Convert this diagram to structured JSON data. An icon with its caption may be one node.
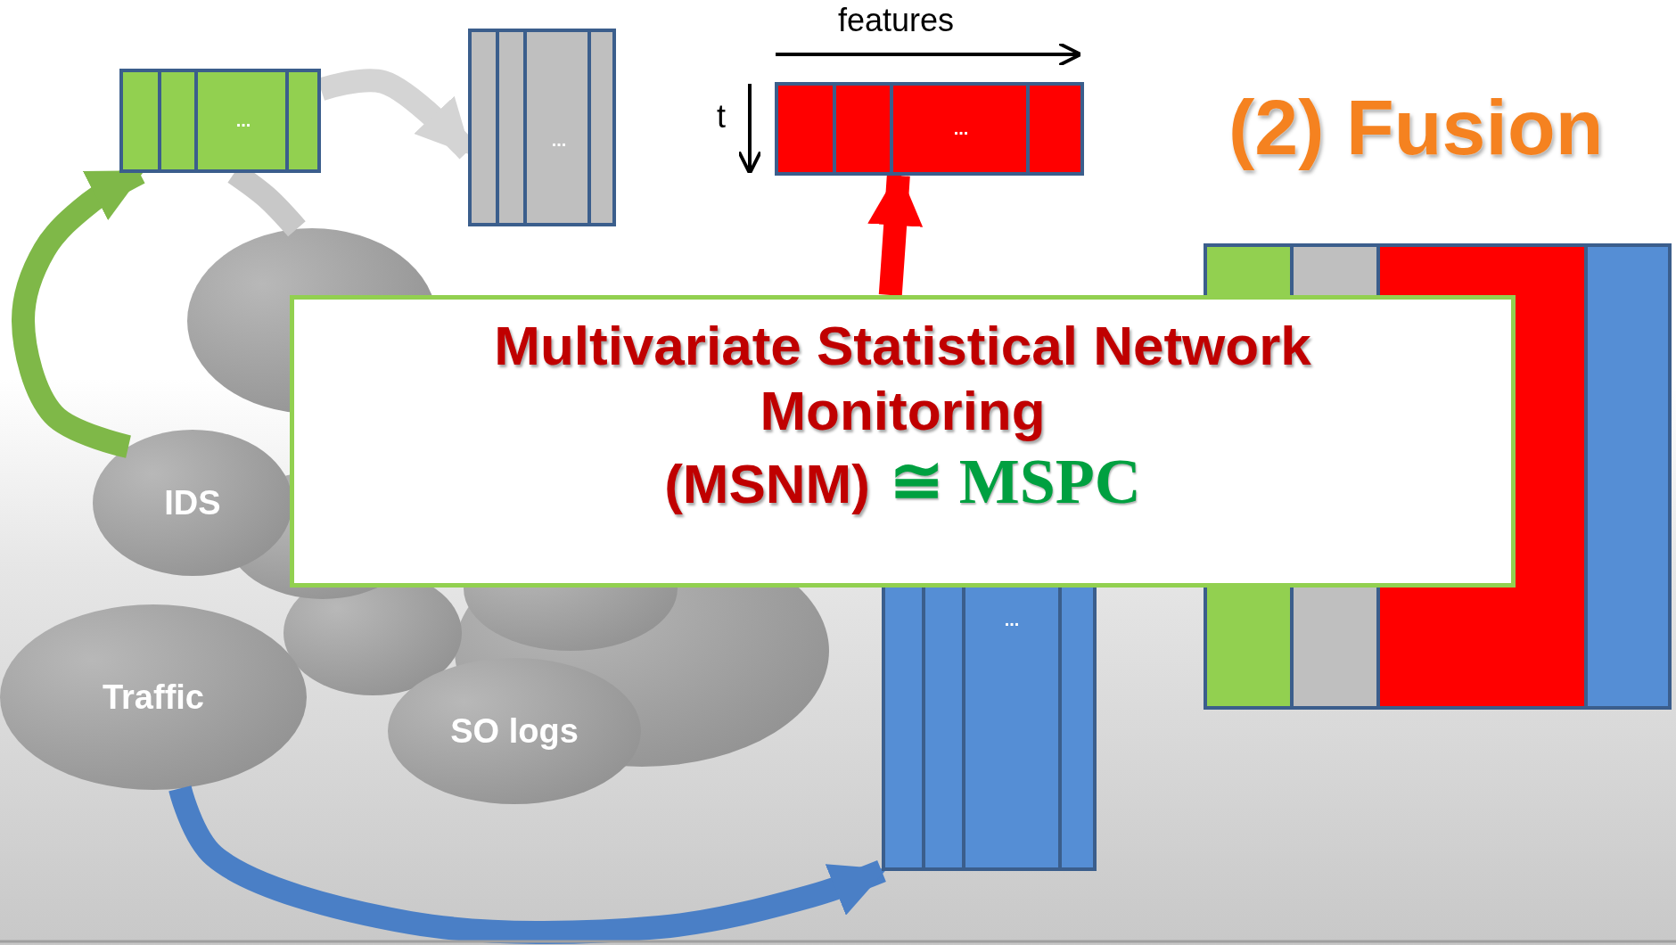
{
  "diagram": {
    "nodes": [
      {
        "text": [
          "..."
        ]
      },
      {
        "text": [
          "..."
        ]
      },
      {
        "text": [
          "..."
        ]
      },
      {
        "text": [],
        "shape": "box"
      },
      {
        "text": [],
        "shape": "ellipse"
      },
      {
        "text": [
          "IDS"
        ]
      },
      {
        "text": [],
        "shape": "ellipse"
      },
      {
        "text": [],
        "shape": "ellipse"
      },
      {
        "text": [],
        "shape": "ellipse"
      },
      {
        "text": [],
        "shape": "ellipse"
      },
      {
        "text": [
          "Traffic"
        ]
      },
      {
        "text": [
          "SO logs"
        ]
      },
      {
        "text": [
          "..."
        ]
      },
      {
        "text": [
          "Multivariate Statistical Network Monitoring",
          "(MSNM)",
          "≅ MSPC"
        ]
      }
    ],
    "edges": [
      {
        "from": 4,
        "to": 0,
        "arrow": "none",
        "color": "#c8c8c8"
      },
      {
        "from": 0,
        "to": 1,
        "arrow": "to",
        "color": "#d4d4d4"
      },
      {
        "from": 5,
        "to": 0,
        "arrow": "to",
        "color": "#7fb848"
      },
      {
        "from": 13,
        "to": 2,
        "arrow": "to",
        "color": "#ff0000"
      },
      {
        "from": 10,
        "to": 12,
        "arrow": "to",
        "color": "#4a7fc6"
      }
    ],
    "labels": [
      "features",
      "t",
      "(2) Fusion"
    ]
  }
}
